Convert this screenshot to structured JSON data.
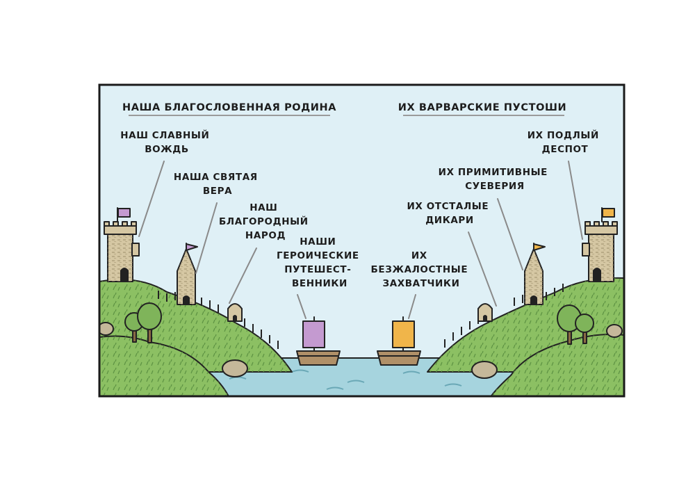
{
  "left": {
    "heading": "НАША БЛАГОСЛОВЕННАЯ РОДИНА",
    "labels": {
      "leader": [
        "НАШ СЛАВНЫЙ",
        "ВОЖДЬ"
      ],
      "faith": [
        "НАША СВЯТАЯ",
        "ВЕРА"
      ],
      "people": [
        "НАШ",
        "БЛАГОРОДНЫЙ",
        "НАРОД"
      ],
      "travelers": [
        "НАШИ",
        "ГЕРОИЧЕСКИЕ",
        "ПУТЕШЕСТ-",
        "ВЕННИКИ"
      ]
    }
  },
  "right": {
    "heading": "ИХ ВАРВАРСКИЕ ПУСТОШИ",
    "labels": {
      "despot": [
        "ИХ ПОДЛЫЙ",
        "ДЕСПОТ"
      ],
      "superstitions": [
        "ИХ ПРИМИТИВНЫЕ",
        "СУЕВЕРИЯ"
      ],
      "savages": [
        "ИХ ОТСТАЛЫЕ",
        "ДИКАРИ"
      ],
      "invaders": [
        "ИХ",
        "БЕЗЖАЛОСТНЫЕ",
        "ЗАХВАТЧИКИ"
      ]
    }
  },
  "colors": {
    "sky": "#dff0f6",
    "hill": "#8cc063",
    "water": "#a6d4de",
    "stone": "#d5c7a3",
    "our_flag": "#c49ad0",
    "their_flag": "#f0b54a"
  },
  "icons": [
    "castle-tower-icon",
    "church-spire-icon",
    "hut-icon",
    "ship-icon",
    "tree-icon",
    "boulder-icon",
    "flag-icon"
  ]
}
